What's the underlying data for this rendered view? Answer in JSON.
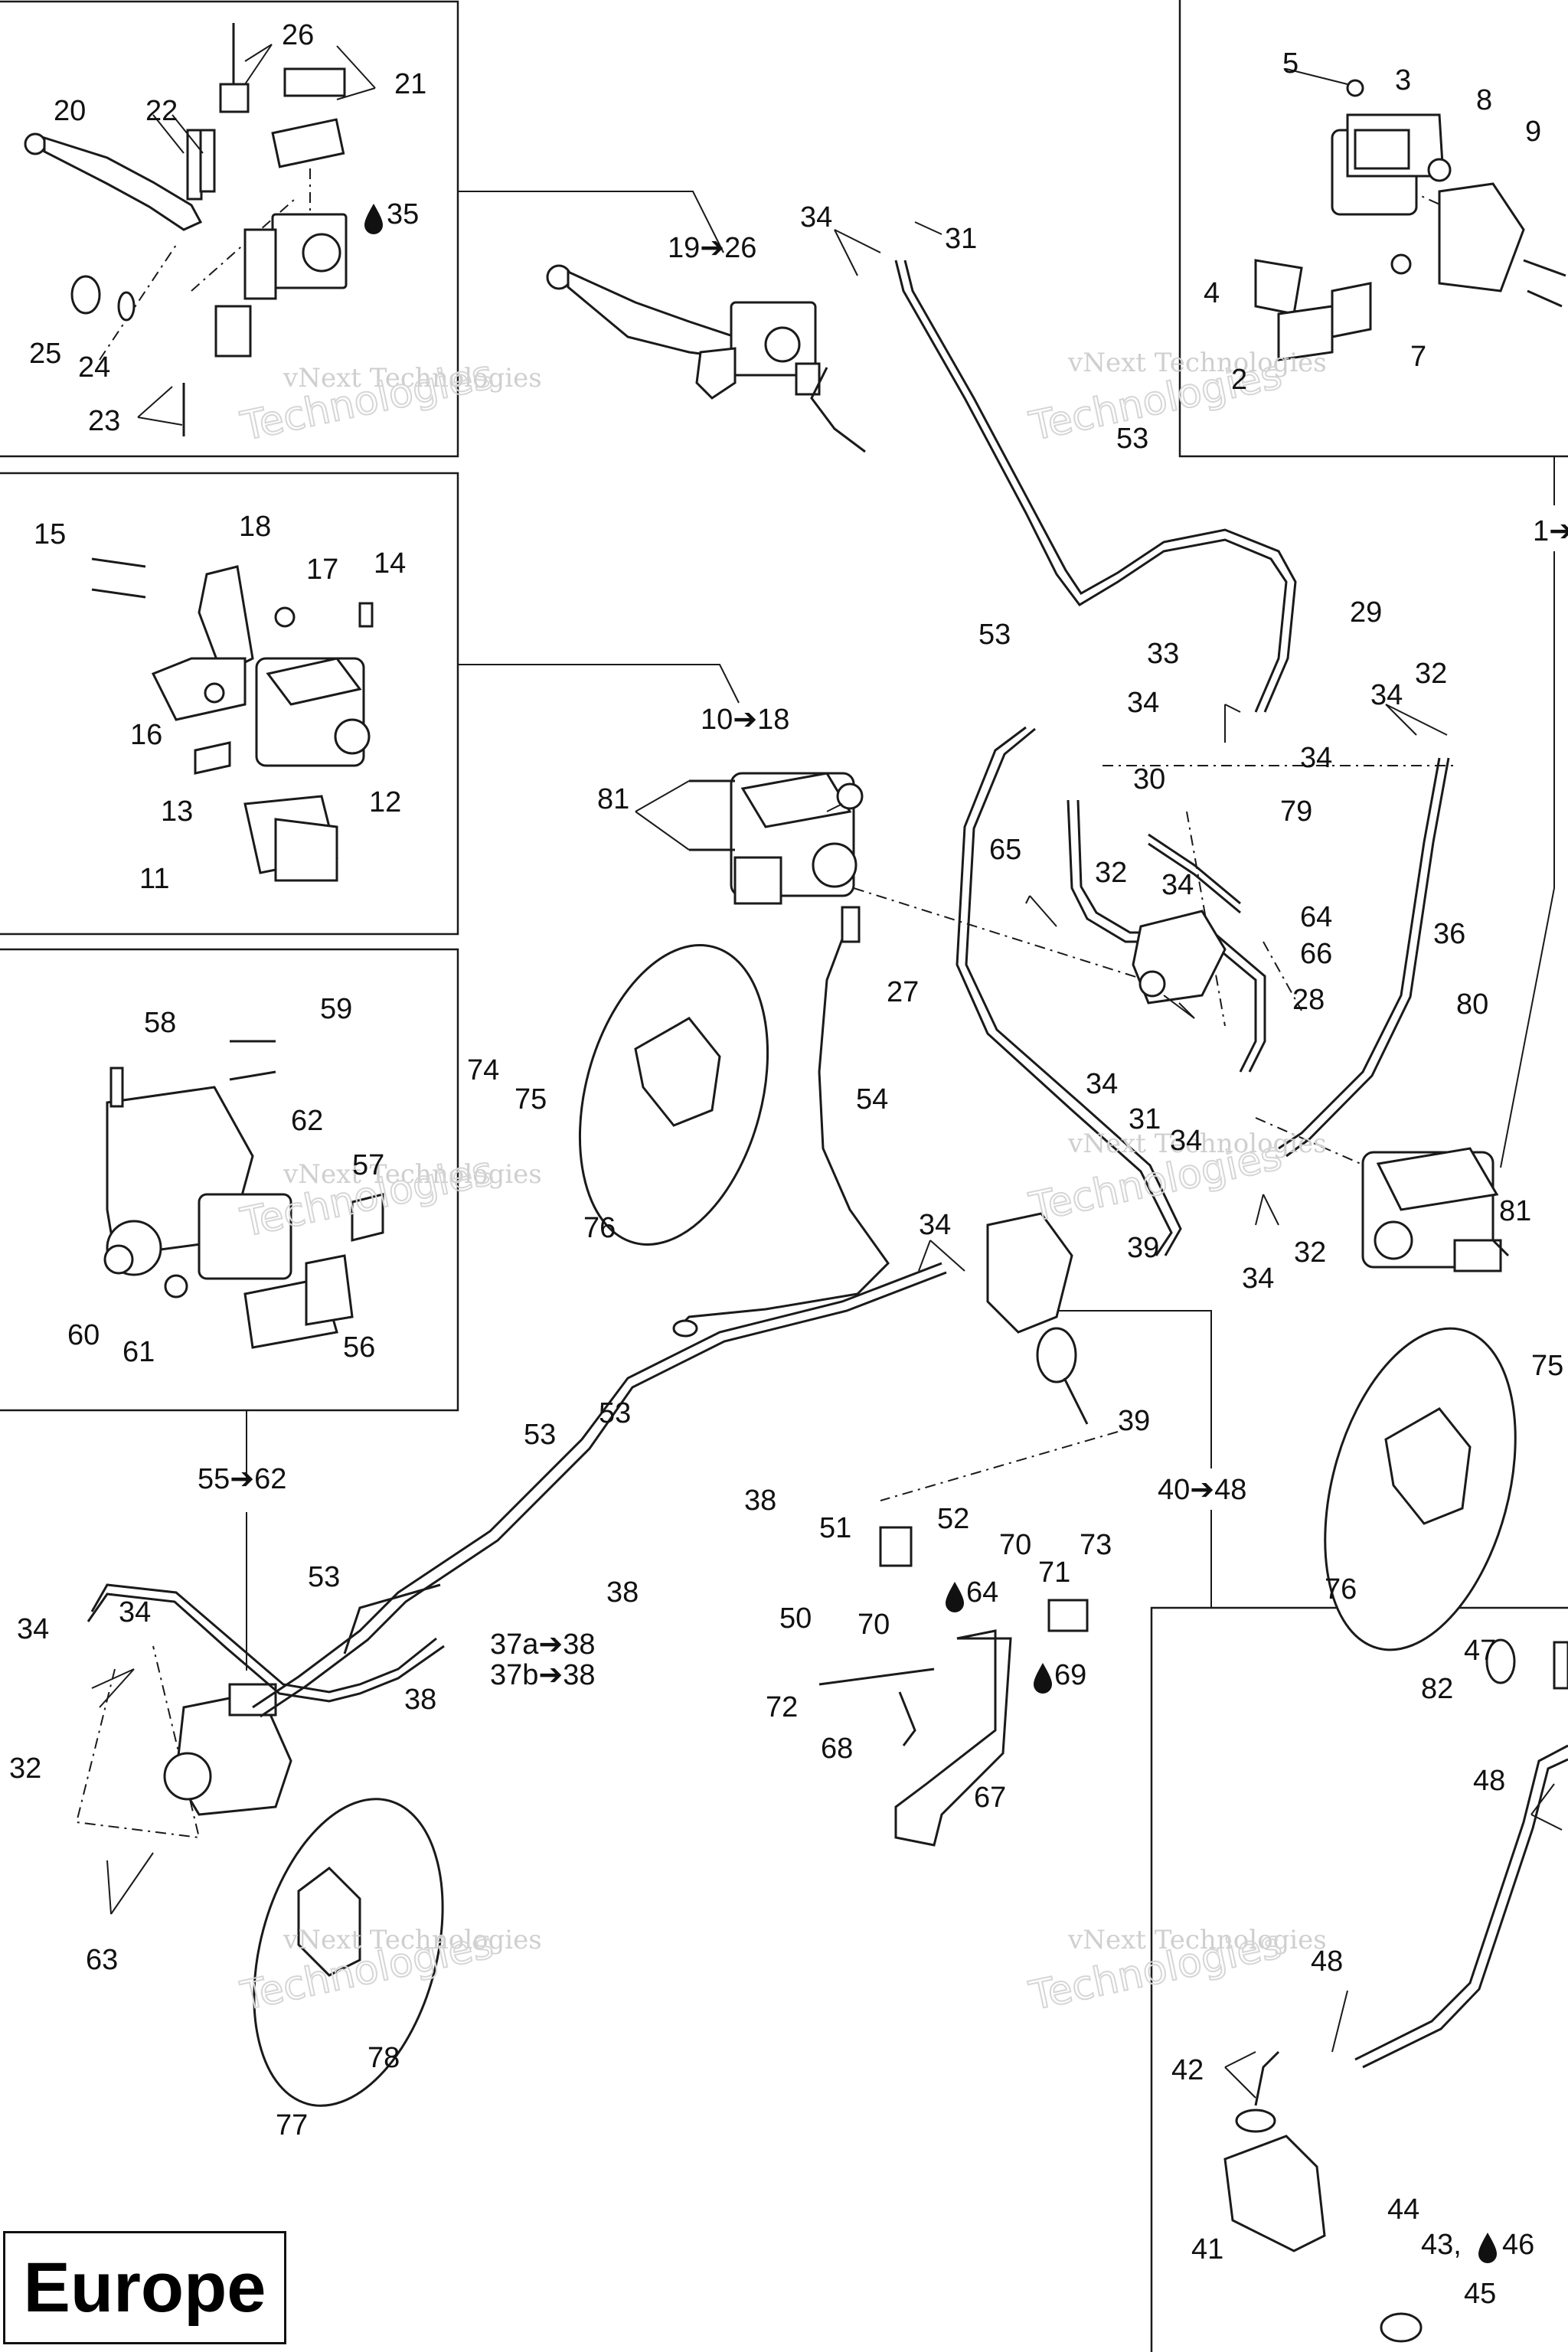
{
  "region": "Europe",
  "watermark": {
    "line1": "vNext Technologies",
    "line2": "Technologies"
  },
  "labels": [
    {
      "id": "l20",
      "text": "20"
    },
    {
      "id": "l22",
      "text": "22"
    },
    {
      "id": "l26a",
      "text": "26"
    },
    {
      "id": "l21",
      "text": "21"
    },
    {
      "id": "l35",
      "text": "35"
    },
    {
      "id": "l25",
      "text": "25"
    },
    {
      "id": "l24",
      "text": "24"
    },
    {
      "id": "l23",
      "text": "23"
    },
    {
      "id": "l19",
      "text": "19➔26"
    },
    {
      "id": "l34a",
      "text": "34"
    },
    {
      "id": "l31a",
      "text": "31"
    },
    {
      "id": "l5",
      "text": "5"
    },
    {
      "id": "l3",
      "text": "3"
    },
    {
      "id": "l8",
      "text": "8"
    },
    {
      "id": "l9",
      "text": "9"
    },
    {
      "id": "l4",
      "text": "4"
    },
    {
      "id": "l2",
      "text": "2"
    },
    {
      "id": "l7",
      "text": "7"
    },
    {
      "id": "l53a",
      "text": "53"
    },
    {
      "id": "l1",
      "text": "1➔"
    },
    {
      "id": "l53b",
      "text": "53"
    },
    {
      "id": "l29",
      "text": "29"
    },
    {
      "id": "l15",
      "text": "15"
    },
    {
      "id": "l18",
      "text": "18"
    },
    {
      "id": "l17",
      "text": "17"
    },
    {
      "id": "l14",
      "text": "14"
    },
    {
      "id": "l16",
      "text": "16"
    },
    {
      "id": "l13",
      "text": "13"
    },
    {
      "id": "l12",
      "text": "12"
    },
    {
      "id": "l11",
      "text": "11"
    },
    {
      "id": "l33",
      "text": "33"
    },
    {
      "id": "l34b",
      "text": "34"
    },
    {
      "id": "l34c",
      "text": "34"
    },
    {
      "id": "l34d",
      "text": "34"
    },
    {
      "id": "l32a",
      "text": "32"
    },
    {
      "id": "l10",
      "text": "10➔18"
    },
    {
      "id": "l81a",
      "text": "81"
    },
    {
      "id": "l30",
      "text": "30"
    },
    {
      "id": "l79",
      "text": "79"
    },
    {
      "id": "l65",
      "text": "65"
    },
    {
      "id": "l32b",
      "text": "32"
    },
    {
      "id": "l34e",
      "text": "34"
    },
    {
      "id": "l64a",
      "text": "64"
    },
    {
      "id": "l66",
      "text": "66"
    },
    {
      "id": "l36",
      "text": "36"
    },
    {
      "id": "l27",
      "text": "27"
    },
    {
      "id": "l28",
      "text": "28"
    },
    {
      "id": "l80",
      "text": "80"
    },
    {
      "id": "l34f",
      "text": "34"
    },
    {
      "id": "l31b",
      "text": "31"
    },
    {
      "id": "l34g",
      "text": "34"
    },
    {
      "id": "l58",
      "text": "58"
    },
    {
      "id": "l59",
      "text": "59"
    },
    {
      "id": "l74",
      "text": "74"
    },
    {
      "id": "l75a",
      "text": "75"
    },
    {
      "id": "l62",
      "text": "62"
    },
    {
      "id": "l57",
      "text": "57"
    },
    {
      "id": "l54",
      "text": "54"
    },
    {
      "id": "l76a",
      "text": "76"
    },
    {
      "id": "l60",
      "text": "60"
    },
    {
      "id": "l61",
      "text": "61"
    },
    {
      "id": "l56",
      "text": "56"
    },
    {
      "id": "l34h",
      "text": "34"
    },
    {
      "id": "l39a",
      "text": "39"
    },
    {
      "id": "l32c",
      "text": "32"
    },
    {
      "id": "l81b",
      "text": "81"
    },
    {
      "id": "l34i",
      "text": "34"
    },
    {
      "id": "l39b",
      "text": "39"
    },
    {
      "id": "l75b",
      "text": "75"
    },
    {
      "id": "l53c",
      "text": "53"
    },
    {
      "id": "l53d",
      "text": "53"
    },
    {
      "id": "l38a",
      "text": "38"
    },
    {
      "id": "l55",
      "text": "55➔62"
    },
    {
      "id": "l40",
      "text": "40➔48"
    },
    {
      "id": "l51",
      "text": "51"
    },
    {
      "id": "l52",
      "text": "52"
    },
    {
      "id": "l70a",
      "text": "70"
    },
    {
      "id": "l73",
      "text": "73"
    },
    {
      "id": "l38b",
      "text": "38"
    },
    {
      "id": "l64b",
      "text": "64"
    },
    {
      "id": "l71",
      "text": "71"
    },
    {
      "id": "l53e",
      "text": "53"
    },
    {
      "id": "l50",
      "text": "50"
    },
    {
      "id": "l70b",
      "text": "70"
    },
    {
      "id": "l34j",
      "text": "34"
    },
    {
      "id": "l34k",
      "text": "34"
    },
    {
      "id": "l37a",
      "text": "37a➔38"
    },
    {
      "id": "l37b",
      "text": "37b➔38"
    },
    {
      "id": "l69",
      "text": "69"
    },
    {
      "id": "l76b",
      "text": "76"
    },
    {
      "id": "l72",
      "text": "72"
    },
    {
      "id": "l38c",
      "text": "38"
    },
    {
      "id": "l32d",
      "text": "32"
    },
    {
      "id": "l68",
      "text": "68"
    },
    {
      "id": "l47",
      "text": "47"
    },
    {
      "id": "l82",
      "text": "82"
    },
    {
      "id": "l67",
      "text": "67"
    },
    {
      "id": "l48a",
      "text": "48"
    },
    {
      "id": "l63",
      "text": "63"
    },
    {
      "id": "l48b",
      "text": "48"
    },
    {
      "id": "l78",
      "text": "78"
    },
    {
      "id": "l42",
      "text": "42"
    },
    {
      "id": "l77",
      "text": "77"
    },
    {
      "id": "l44",
      "text": "44"
    },
    {
      "id": "l41",
      "text": "41"
    },
    {
      "id": "l43",
      "text": "43,"
    },
    {
      "id": "l46",
      "text": "46"
    },
    {
      "id": "l45",
      "text": "45"
    }
  ]
}
